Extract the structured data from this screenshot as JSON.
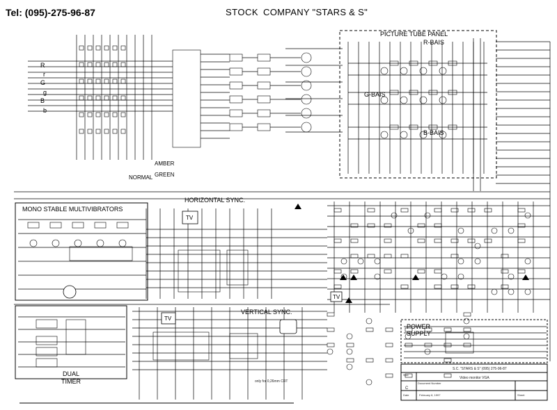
{
  "header": {
    "phone": "Tel: (095)-275-96-87",
    "stock": "STOCK",
    "company": "COMPANY \"STARS & S\""
  },
  "sections": {
    "picture_tube_panel": "PICTURE TUBE PANEL",
    "r_bais": "R-BAIS",
    "g_bais": "G-BAIS",
    "b_bais": "B-BAIS",
    "horizontal_sync": "HORIZONTAL SYNC.",
    "mono_stable": "MONO STABLE MULTIVIBRATORS",
    "vertical_sync": "VERTICAL SYNC.",
    "power_supply_1": "POWER",
    "power_supply_2": "SUPPLY",
    "dual_timer_1": "DUAL",
    "dual_timer_2": "TIMER"
  },
  "inputs": {
    "r": "R",
    "g": "G",
    "b": "B",
    "r_small": "r",
    "g_small": "g",
    "b_small": "b"
  },
  "labels": {
    "normal": "NORMAL",
    "amber": "AMBER",
    "green": "GREEN",
    "only_crt": "only for 0,26mm CRT",
    "tv1": "TV",
    "tv2": "TV",
    "tv3": "TV"
  },
  "title_block": {
    "company_line": "S.C. \"STARS & S\" (095) 275-96-87",
    "title": "Video monitor VGA",
    "size_label": "Size",
    "doc_label": "Document Number",
    "date_label": "Date",
    "sheet_label": "Sheet",
    "size_value": "C",
    "date_value": "February 8, 1997"
  },
  "colors": {
    "ink": "#000000",
    "paper": "#ffffff"
  }
}
